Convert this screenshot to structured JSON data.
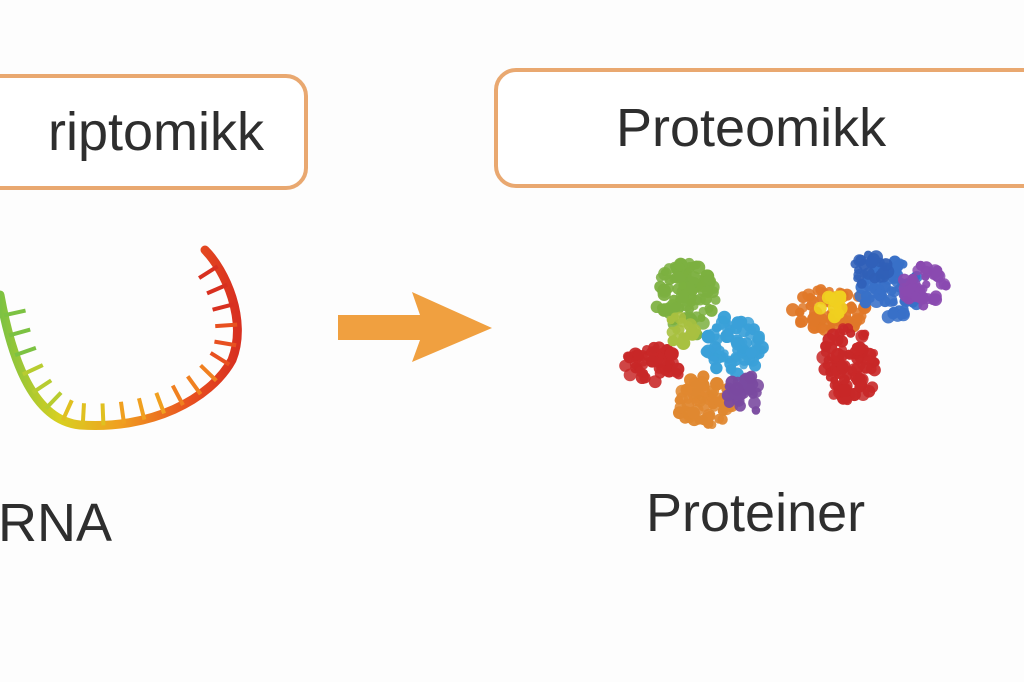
{
  "left_panel": {
    "title": "riptomikk",
    "label": "RNA",
    "icon": "rna-strand"
  },
  "arrow": {
    "icon": "arrow-right",
    "color": "#f0a040"
  },
  "right_panel": {
    "title": "Proteomikk",
    "label": "Proteiner",
    "icon": "protein-structures"
  },
  "colors": {
    "box_border": "#e9a870",
    "text": "#2e2e2e"
  }
}
